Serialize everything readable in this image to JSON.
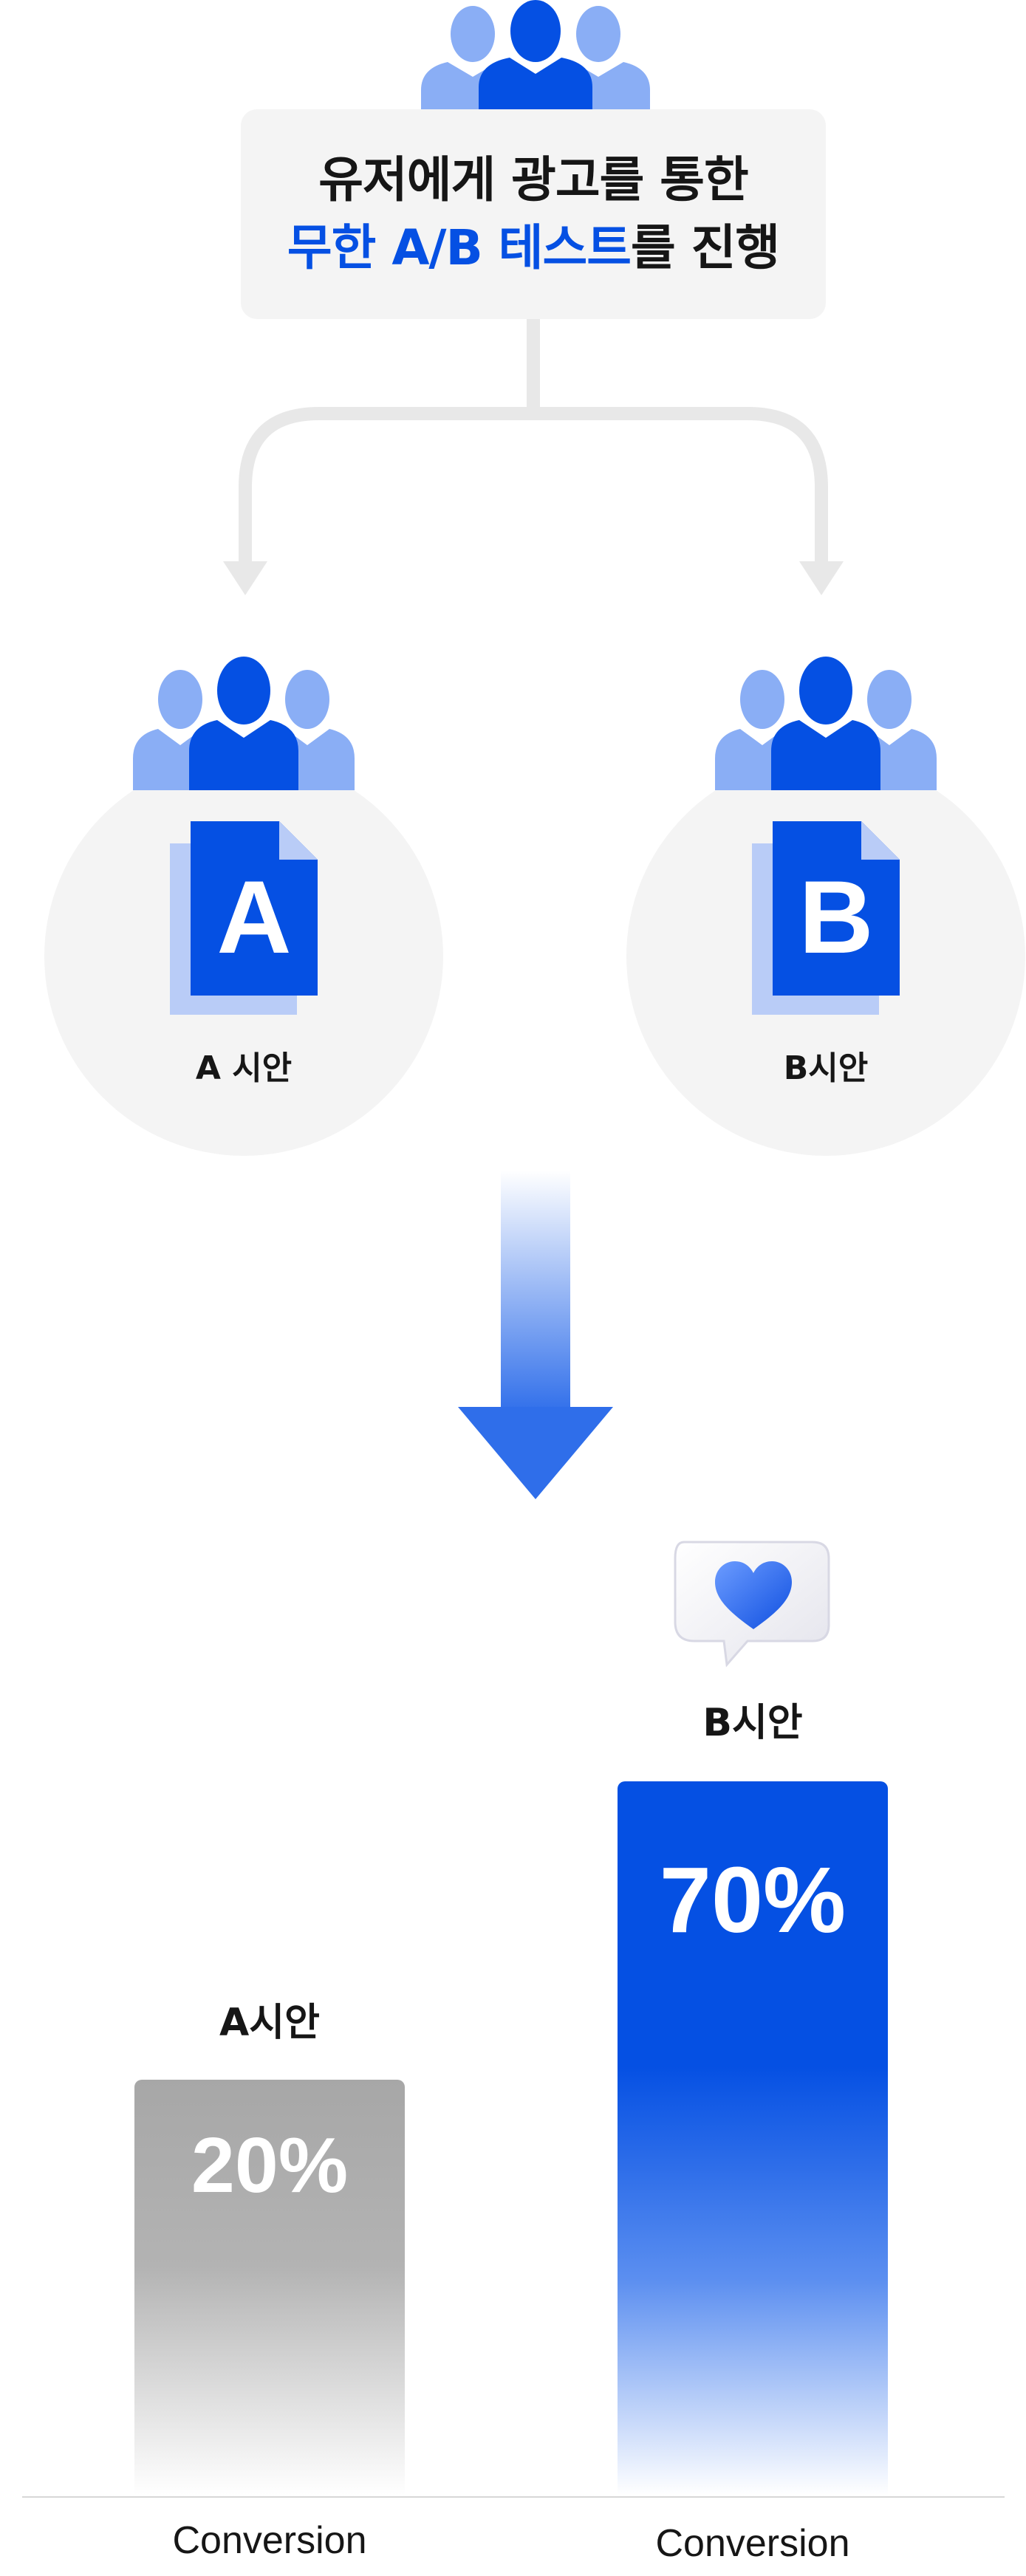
{
  "header": {
    "line1": "유저에게 광고를 통한",
    "line2_highlight": "무한 A/B 테스트",
    "line2_rest": "를 진행"
  },
  "variants": [
    {
      "letter": "A",
      "label": "A 시안"
    },
    {
      "letter": "B",
      "label": "B시안"
    }
  ],
  "chart_data": {
    "type": "bar",
    "categories": [
      "A시안",
      "B시안"
    ],
    "values": [
      20,
      70
    ],
    "value_labels": [
      "20%",
      "70%"
    ],
    "xlabel": "",
    "ylabel": "",
    "ylim": [
      0,
      100
    ],
    "xtick_labels": [
      "Conversion",
      "Conversion"
    ],
    "colors": [
      "#a7a7a7",
      "#0550e3"
    ],
    "grid": false
  },
  "icons": {
    "group": "user-group-icon",
    "document": "document-icon",
    "heart": "heart-speech-bubble-icon"
  },
  "colors": {
    "primary": "#0550e3",
    "person_light": "#8aaef5",
    "panel": "#f4f4f4",
    "text": "#161616"
  }
}
